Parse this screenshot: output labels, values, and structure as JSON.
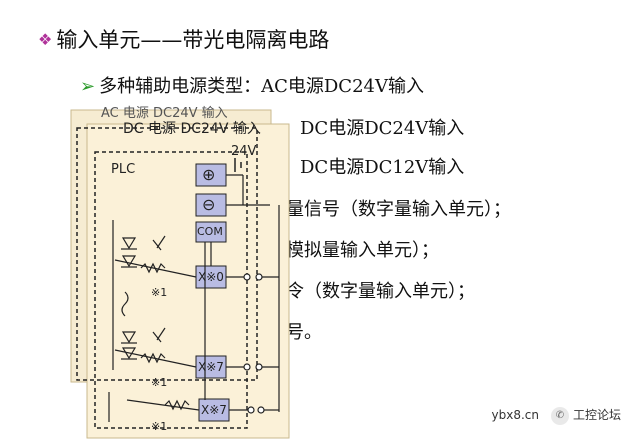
{
  "slide": {
    "title": "输入单元——带光电隔离电路",
    "bullet_icon": "diamond-bullet-icon",
    "subtitle": "多种辅助电源类型：AC电源DC24V输入",
    "sub_arrow_icon": "triangle-arrow-icon",
    "lines": [
      "DC电源DC24V输入",
      "DC电源DC12V输入",
      "量信号（数字量输入单元）；",
      "模拟量输入单元）；",
      "令（数字量输入单元）；",
      "号。"
    ]
  },
  "diagram": {
    "back_label": "AC 电源 DC24V 输入",
    "front_label": "DC 电源 DC24V 输入",
    "plc_label": "PLC",
    "voltage_label": "24V",
    "plus_symbol": "⊕",
    "minus_symbol": "⊖",
    "com_label": "COM",
    "input_x0": "X※0",
    "input_x7": "X※7",
    "input_x7_back": "X※7",
    "note_1a": "※1",
    "note_1b": "※1",
    "note_1c": "※1",
    "colors": {
      "panel_back": "#f6ecd2",
      "panel_front": "#fbf1d8",
      "box_fill": "#b9bce3",
      "line": "#222222"
    }
  },
  "footer": {
    "site": "ybx8.cn",
    "brand": "工控论坛"
  }
}
